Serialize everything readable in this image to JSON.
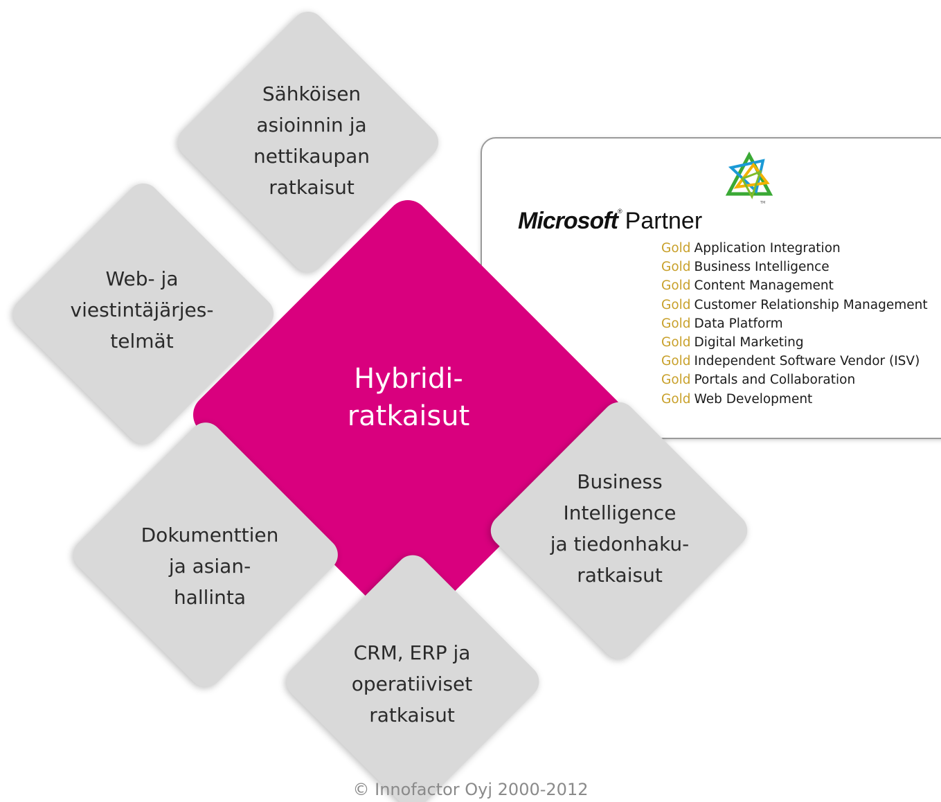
{
  "diagram": {
    "center": {
      "label": "Hybridi-\nratkaisut",
      "color": "#d9007e"
    },
    "satellites": [
      {
        "id": "ecommerce",
        "label": "Sähköisen\nasioinnin ja\nnettikaupan\nratkaisut"
      },
      {
        "id": "web",
        "label": "Web- ja\nviestintäjärjes-\ntelmät"
      },
      {
        "id": "documents",
        "label": "Dokumenttien\nja asian-\nhallinta"
      },
      {
        "id": "crm",
        "label": "CRM, ERP ja\noperatiiviset\nratkaisut"
      },
      {
        "id": "bi",
        "label": "Business\nIntelligence\nja tiedonhaku-\nratkaisut"
      }
    ],
    "satellite_color": "#d9d9d9"
  },
  "partner": {
    "brand": "Microsoft",
    "registered_mark": "®",
    "title": "Partner",
    "logo_icon": "microsoft-partner-logo-icon",
    "level_color": "#c8a02a",
    "competencies": [
      {
        "level": "Gold",
        "name": "Application Integration"
      },
      {
        "level": "Gold",
        "name": "Business Intelligence"
      },
      {
        "level": "Gold",
        "name": "Content Management"
      },
      {
        "level": "Gold",
        "name": "Customer Relationship Management"
      },
      {
        "level": "Gold",
        "name": "Data Platform"
      },
      {
        "level": "Gold",
        "name": "Digital Marketing"
      },
      {
        "level": "Gold",
        "name": "Independent Software Vendor (ISV)"
      },
      {
        "level": "Gold",
        "name": "Portals and Collaboration"
      },
      {
        "level": "Gold",
        "name": "Web Development"
      }
    ]
  },
  "footer": {
    "copyright": "© Innofactor Oyj 2000-2012"
  }
}
